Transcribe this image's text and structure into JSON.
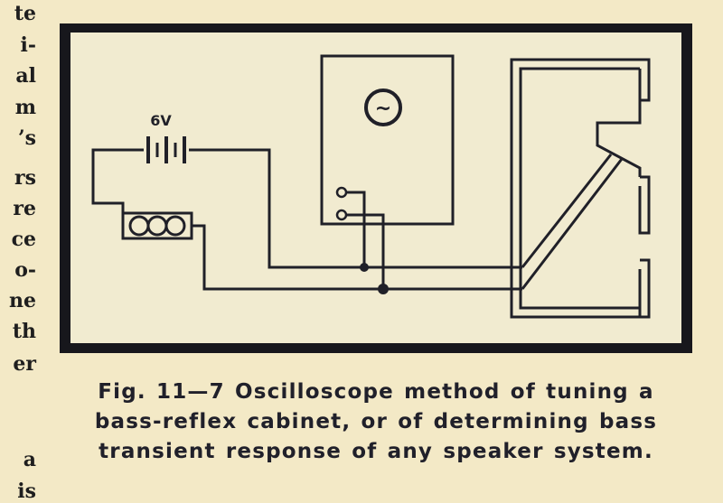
{
  "diagram": {
    "battery_label": "6V",
    "oscilloscope_symbol": "~"
  },
  "caption": {
    "line1": "Fig. 11—7 Oscilloscope method of tuning a",
    "line2": "bass-reflex cabinet, or of determining bass",
    "line3": "transient response of any speaker system."
  },
  "adjacent_text_fragments": [
    "te",
    "i-",
    "al",
    "m",
    "’s",
    "rs",
    "re",
    "ce",
    "o-",
    "ne",
    "th",
    "er",
    "a",
    "is"
  ]
}
